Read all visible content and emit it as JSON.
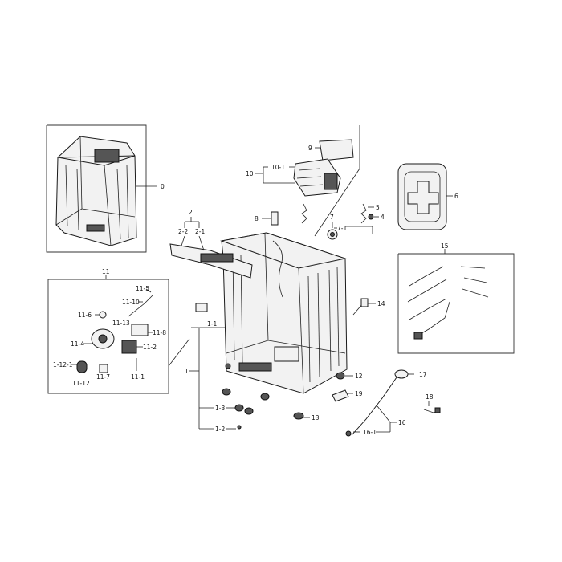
{
  "diagram": {
    "labels": {
      "l0": "0",
      "l1": "1",
      "l1_1": "1-1",
      "l1_2": "1-2",
      "l1_3": "1-3",
      "l2": "2",
      "l2_1": "2-1",
      "l2_2": "2-2",
      "l4": "4",
      "l5": "5",
      "l6": "6",
      "l7": "7",
      "l7_1": "7-1",
      "l8": "8",
      "l9": "9",
      "l10": "10",
      "l10_1": "10-1",
      "l11": "11",
      "l11_1": "11-1",
      "l11_2": "11-2",
      "l11_4": "11-4",
      "l11_5": "11-5",
      "l11_6": "11-6",
      "l11_7": "11-7",
      "l11_8": "11-8",
      "l11_10": "11-10",
      "l11_12": "11-12",
      "l11_12_1": "1-12-1",
      "l11_13": "11-13",
      "l12": "12",
      "l13": "13",
      "l14": "14",
      "l15": "15",
      "l16": "16",
      "l16_1": "16-1",
      "l17": "17",
      "l18": "18",
      "l19": "19"
    }
  }
}
